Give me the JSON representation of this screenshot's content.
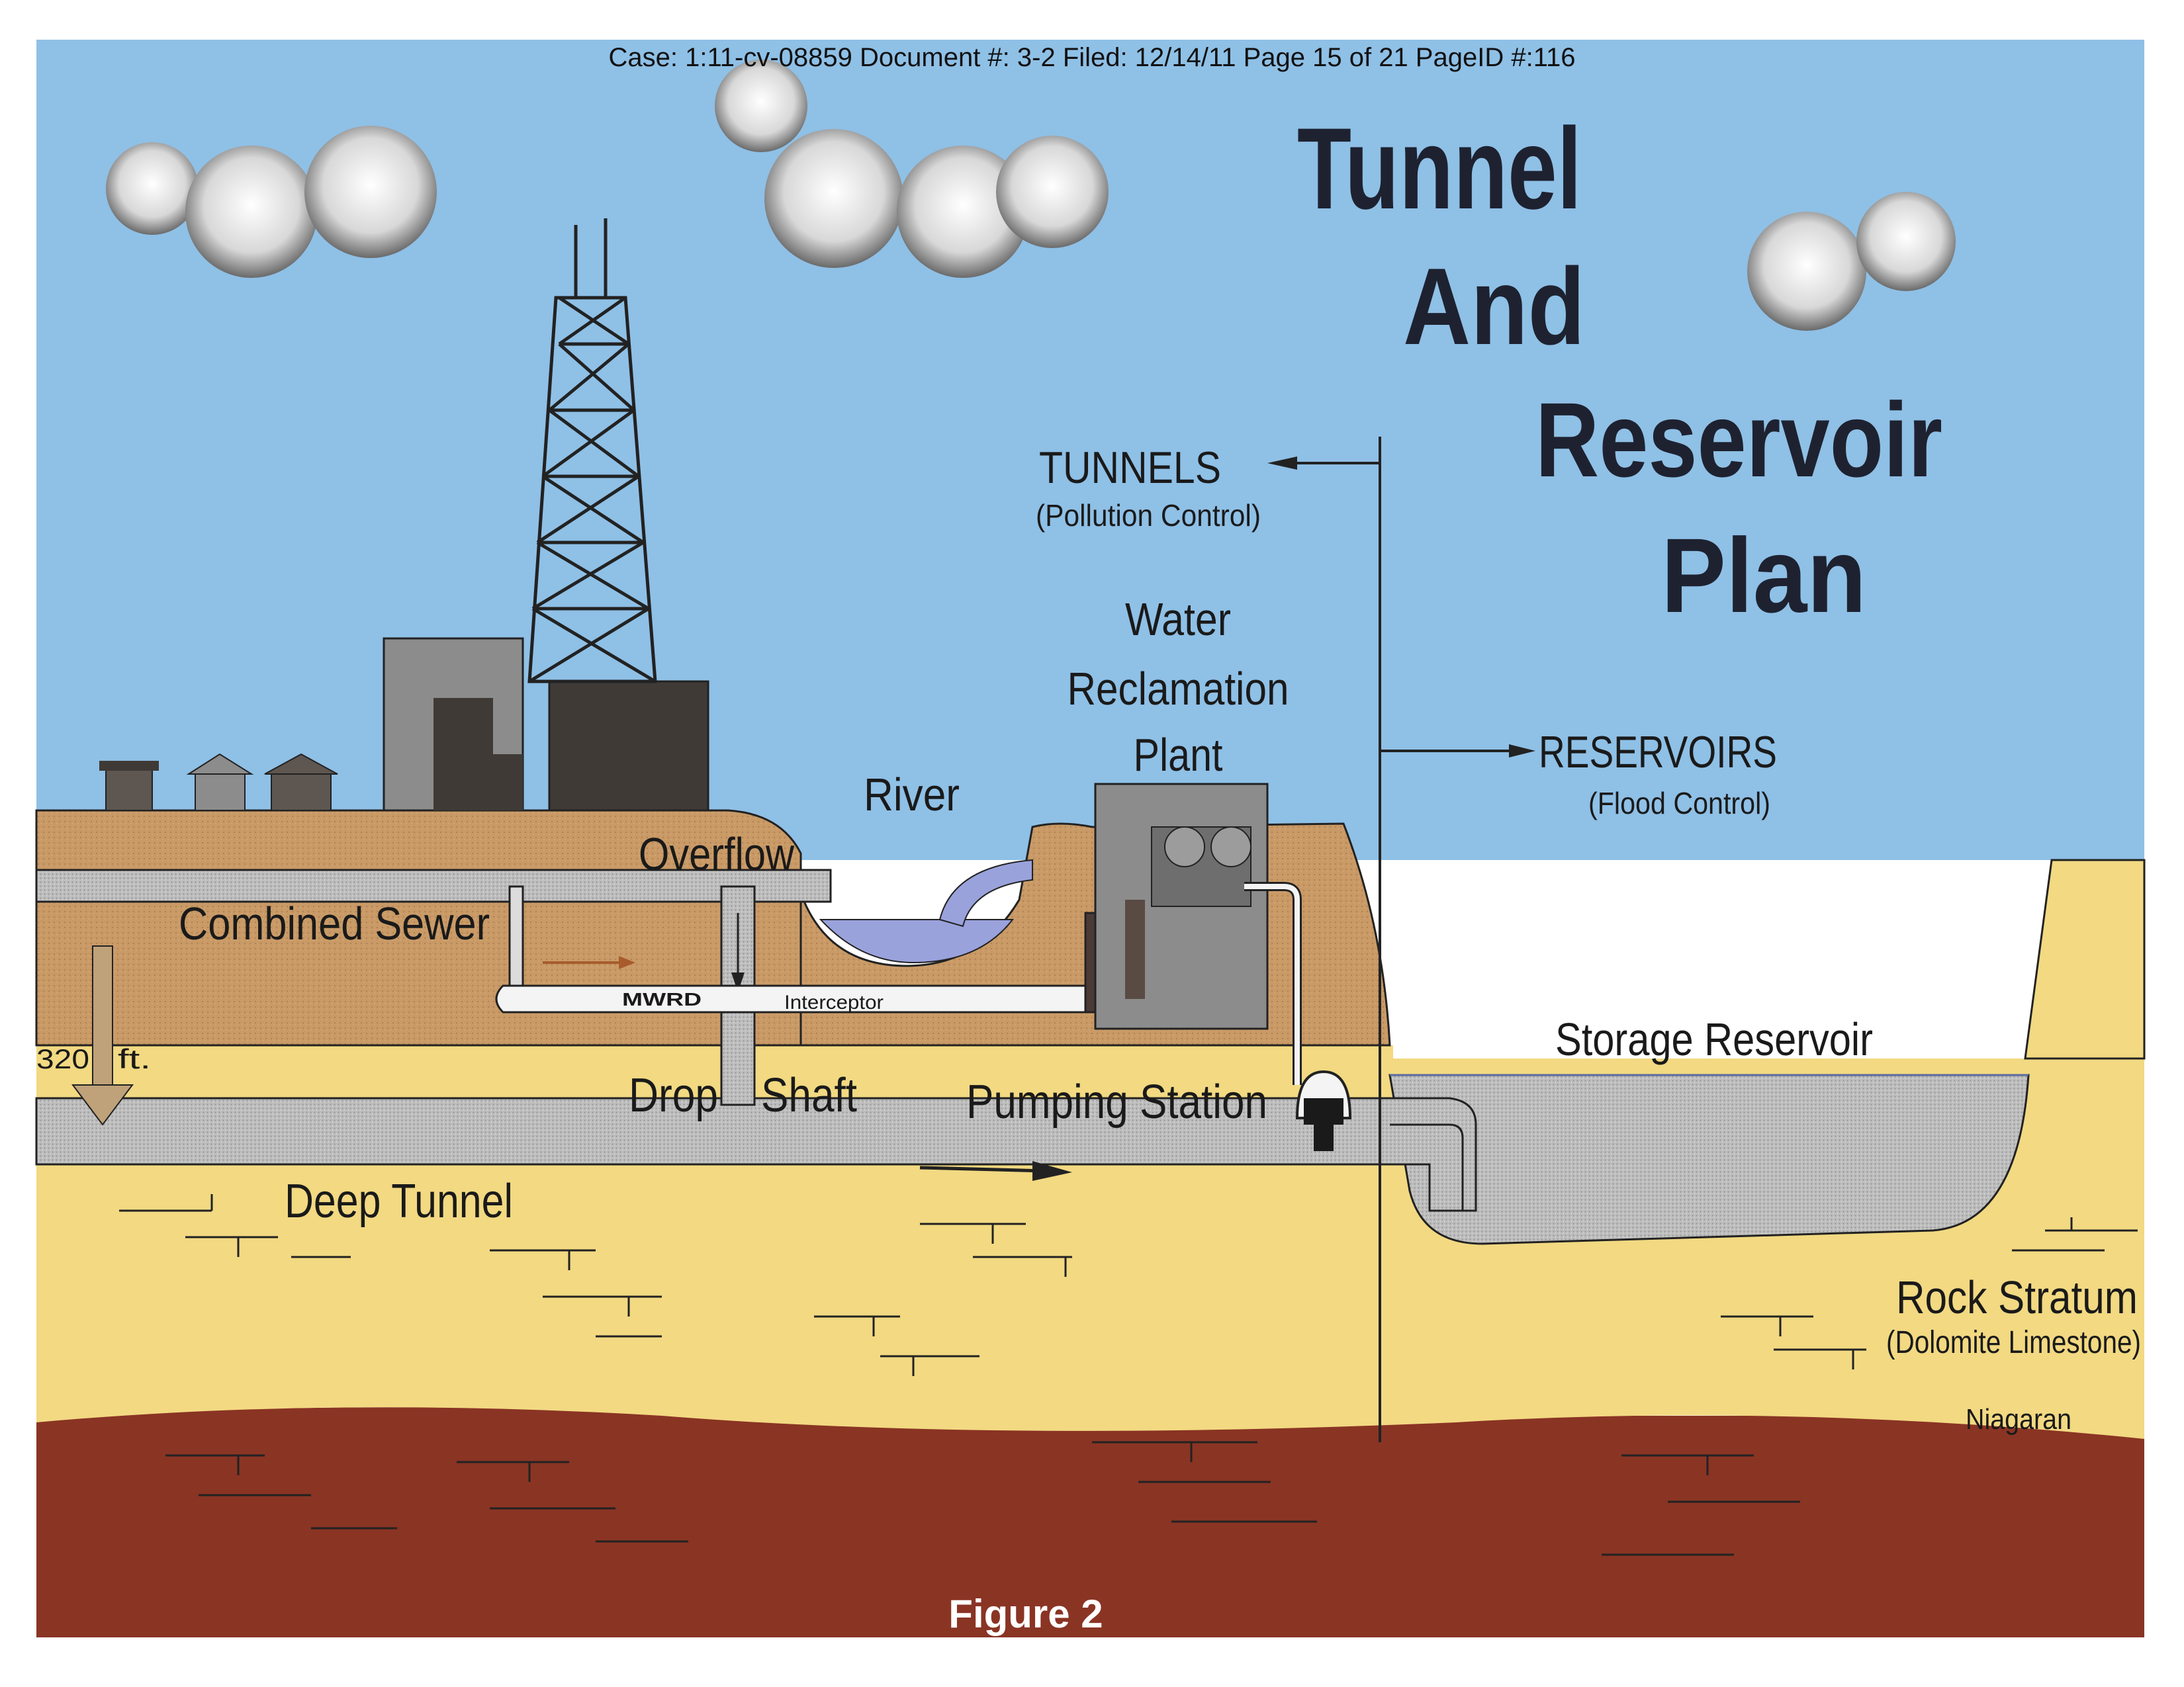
{
  "header": {
    "case_line": "Case: 1:11-cv-08859 Document #: 3-2  Filed: 12/14/11 Page 15 of 21 PageID #:116"
  },
  "title": {
    "line1": "Tunnel",
    "line2": "And",
    "line3": "Reservoir",
    "line4": "Plan"
  },
  "labels": {
    "tunnels": "TUNNELS",
    "tunnels_sub": "(Pollution Control)",
    "reservoirs": "RESERVOIRS",
    "reservoirs_sub": "(Flood Control)",
    "water_line1": "Water",
    "water_line2": "Reclamation",
    "water_line3": "Plant",
    "river": "River",
    "overflow": "Overflow",
    "combined_sewer": "Combined Sewer",
    "mwrd": "MWRD",
    "interceptor": "Interceptor",
    "depth": "320",
    "depth_unit": "ft.",
    "drop": "Drop",
    "shaft": "Shaft",
    "pumping_station": "Pumping Station",
    "storage_reservoir": "Storage Reservoir",
    "deep_tunnel": "Deep Tunnel",
    "rock_stratum": "Rock Stratum",
    "rock_sub": "(Dolomite Limestone)",
    "niagaran": "Niagaran"
  },
  "caption": "Figure 2",
  "colors": {
    "sky": "#8fc0e6",
    "soil_brown": "#c99a66",
    "rock_yellow": "#f2d982",
    "bedrock": "#8a3424",
    "tunnel_gray": "#c4c4c4",
    "water_blue": "#9aa2dc",
    "building_dark": "#3f3a36"
  }
}
